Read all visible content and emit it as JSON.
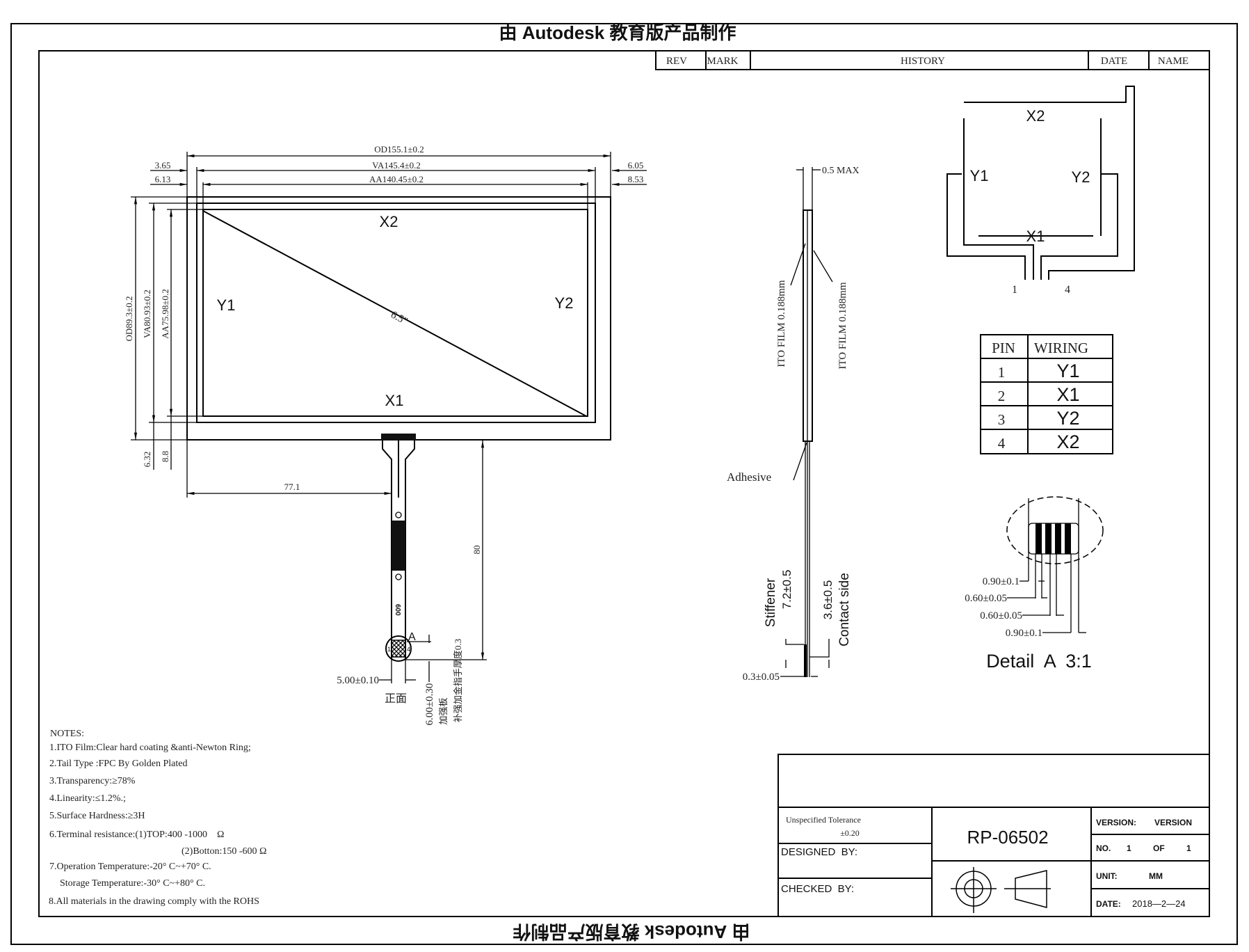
{
  "watermark": "由 Autodesk 教育版产品制作",
  "revision_table": {
    "headers": [
      "REV",
      "MARK",
      "HISTORY",
      "DATE",
      "NAME"
    ]
  },
  "front_view": {
    "dims": {
      "od_width": "OD155.1±0.2",
      "va_width": "VA145.4±0.2",
      "aa_width": "AA140.45±0.2",
      "left_va": "3.65",
      "left_aa": "6.13",
      "right_va": "6.05",
      "right_aa": "8.53",
      "od_height": "OD89.3±0.2",
      "va_height": "VA80.93±0.2",
      "aa_height": "AA75.98±0.2",
      "bottom_va": "6.32",
      "bottom_aa": "8.8",
      "tail_offset": "77.1",
      "tail_length": "80",
      "tail_width": "5.00±0.10",
      "stiffener_len": "6.00±0.30"
    },
    "labels": {
      "x2": "X2",
      "y1": "Y1",
      "y2": "Y2",
      "x1": "X1",
      "diag": "6.5\"",
      "detail_ref": "A",
      "front": "正面",
      "stiffener_cn": "加强板",
      "stiffener_note_cn": "补强加金指手厚度0.3",
      "fpc_mark": "600",
      "pin1": "1",
      "pin4": "4"
    }
  },
  "side_view": {
    "max_thickness": "0.5 MAX",
    "ito_film_left": "ITO FILM 0.188mm",
    "ito_film_right": "ITO FILM 0.188mm",
    "adhesive": "Adhesive",
    "stiffener": "Stiffener",
    "stiffener_dim": "7.2±0.5",
    "contact_dim": "3.6±0.5",
    "contact_side": "Contact side",
    "thickness": "0.3±0.05"
  },
  "wiring_diagram": {
    "x2": "X2",
    "y1": "Y1",
    "y2": "Y2",
    "x1": "X1",
    "pin_first": "1",
    "pin_last": "4"
  },
  "pin_table": {
    "headers": [
      "PIN",
      "WIRING"
    ],
    "rows": [
      [
        "1",
        "Y1"
      ],
      [
        "2",
        "X1"
      ],
      [
        "3",
        "Y2"
      ],
      [
        "4",
        "X2"
      ]
    ]
  },
  "detail_a": {
    "title": "Detail  A  3:1",
    "dims": [
      "0.90±0.1",
      "0.60±0.05",
      "0.60±0.05",
      "0.90±0.1"
    ]
  },
  "notes": {
    "title": "NOTES:",
    "lines": [
      "1.ITO Film:Clear hard coating &anti-Newton Ring;",
      "2.Tail Type :FPC By Golden Plated",
      "3.Transparency:≥78%",
      "4.Linearity:≤1.2%.;",
      "5.Surface Hardness:≥3H",
      "6.Terminal resistance:(1)TOP:400 -1000    Ω",
      "(2)Botton:150 -600 Ω",
      "7.Operation Temperature:-20° C~+70° C.",
      "Storage Temperature:-30° C~+80° C.",
      "8.All materials in the drawing comply with the ROHS"
    ]
  },
  "title_block": {
    "tolerance_label": "Unspecified Tolerance",
    "tolerance_value": "±0.20",
    "designed_by": "DESIGNED  BY:",
    "checked_by": "CHECKED  BY:",
    "part_number": "RP-06502",
    "version_label": "VERSION:",
    "version_value": "VERSION",
    "no_label": "NO.",
    "no_value": "1",
    "of_label": "OF",
    "of_value": "1",
    "unit_label": "UNIT:",
    "unit_value": "MM",
    "date_label": "DATE:",
    "date_value": "2018—2—24"
  }
}
